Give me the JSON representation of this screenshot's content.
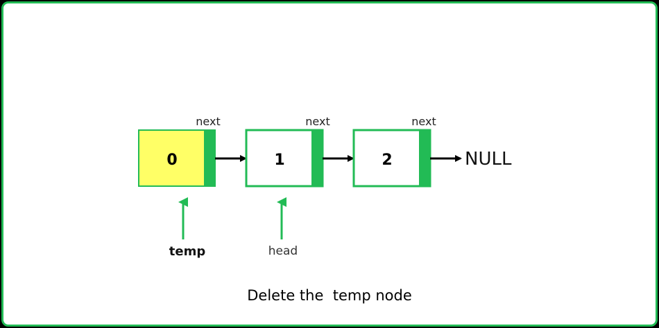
{
  "nodes": [
    {
      "value": "0",
      "next_label": "next",
      "highlighted": true
    },
    {
      "value": "1",
      "next_label": "next",
      "highlighted": false
    },
    {
      "value": "2",
      "next_label": "next",
      "highlighted": false
    }
  ],
  "null_label": "NULL",
  "pointers": {
    "temp": "temp",
    "head": "head"
  },
  "caption": "Delete the  temp node",
  "colors": {
    "accent": "#22bb55",
    "highlight": "#ffff66",
    "background": "#ffffff",
    "outer": "#000000"
  }
}
